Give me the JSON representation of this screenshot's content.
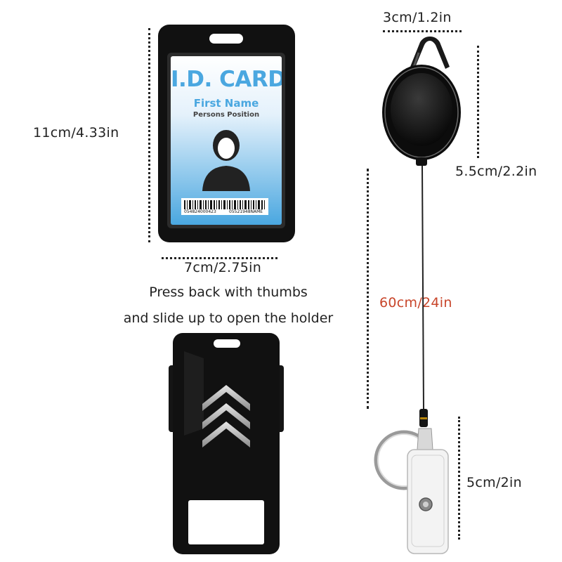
{
  "dimensions": {
    "holder_height": "11cm/4.33in",
    "holder_width": "7cm/2.75in",
    "clip_width": "3cm/1.2in",
    "reel_height": "5.5cm/2.2in",
    "cord_length": "60cm/24in",
    "strap_length": "5cm/2in"
  },
  "caption": {
    "line1": "Press back with thumbs",
    "line2": "and slide up to open the holder"
  },
  "id_card": {
    "title": "I.D. CARD",
    "name": "First Name",
    "position": "Persons Position",
    "barcode_left": "054824000423",
    "barcode_right": "05521948NAME"
  },
  "colors": {
    "holder": "#111111",
    "card_blue": "#4aa7e0",
    "dimension_accent": "#c8452a"
  }
}
